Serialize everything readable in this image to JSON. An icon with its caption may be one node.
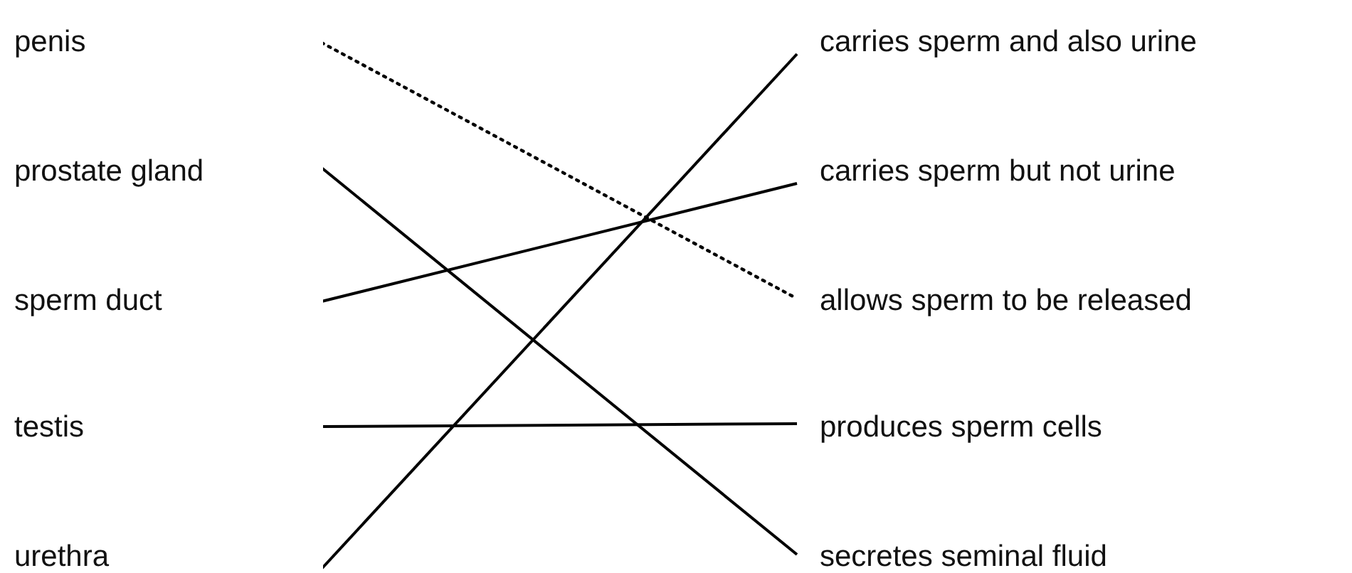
{
  "diagram": {
    "nodes": [
      {
        "text": [
          "penis"
        ]
      },
      {
        "text": [
          "prostate gland"
        ]
      },
      {
        "text": [
          "sperm duct"
        ]
      },
      {
        "text": [
          "testis"
        ]
      },
      {
        "text": [
          "urethra"
        ]
      },
      {
        "text": [
          "carries sperm and also urine"
        ]
      },
      {
        "text": [
          "carries sperm but not urine"
        ]
      },
      {
        "text": [
          "allows sperm to be released"
        ]
      },
      {
        "text": [
          "produces sperm cells"
        ]
      },
      {
        "text": [
          "secretes seminal fluid"
        ]
      }
    ],
    "edges": [
      {
        "from": 0,
        "to": 7,
        "arrow": "none",
        "style": "dashed"
      },
      {
        "from": 1,
        "to": 9,
        "arrow": "none"
      },
      {
        "from": 2,
        "to": 6,
        "arrow": "none"
      },
      {
        "from": 3,
        "to": 8,
        "arrow": "none"
      },
      {
        "from": 4,
        "to": 5,
        "arrow": "none"
      }
    ]
  }
}
